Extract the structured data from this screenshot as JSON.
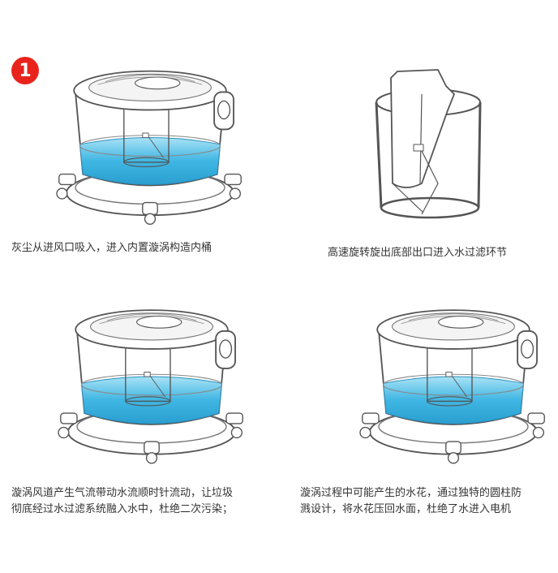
{
  "step_badge": "1",
  "captions": {
    "panel1": "灰尘从进风口吸入，进入内置漩涡构造内桶",
    "panel2": "高速旋转旋出底部出口进入水过滤环节",
    "panel3_line1": "漩涡风道产生气流带动水流顺时针流动，让垃圾",
    "panel3_line2": "彻底经过水过滤系统融入水中，杜绝二次污染；",
    "panel4_line1": "漩涡过程中可能产生的水花，通过独特的圆柱防",
    "panel4_line2": "溅设计，将水花压回水面，杜绝了水进入电机"
  },
  "colors": {
    "badge": "#e8231b",
    "water": "#3fb6e3",
    "water_light": "#a9e2f5",
    "line": "#555555"
  }
}
